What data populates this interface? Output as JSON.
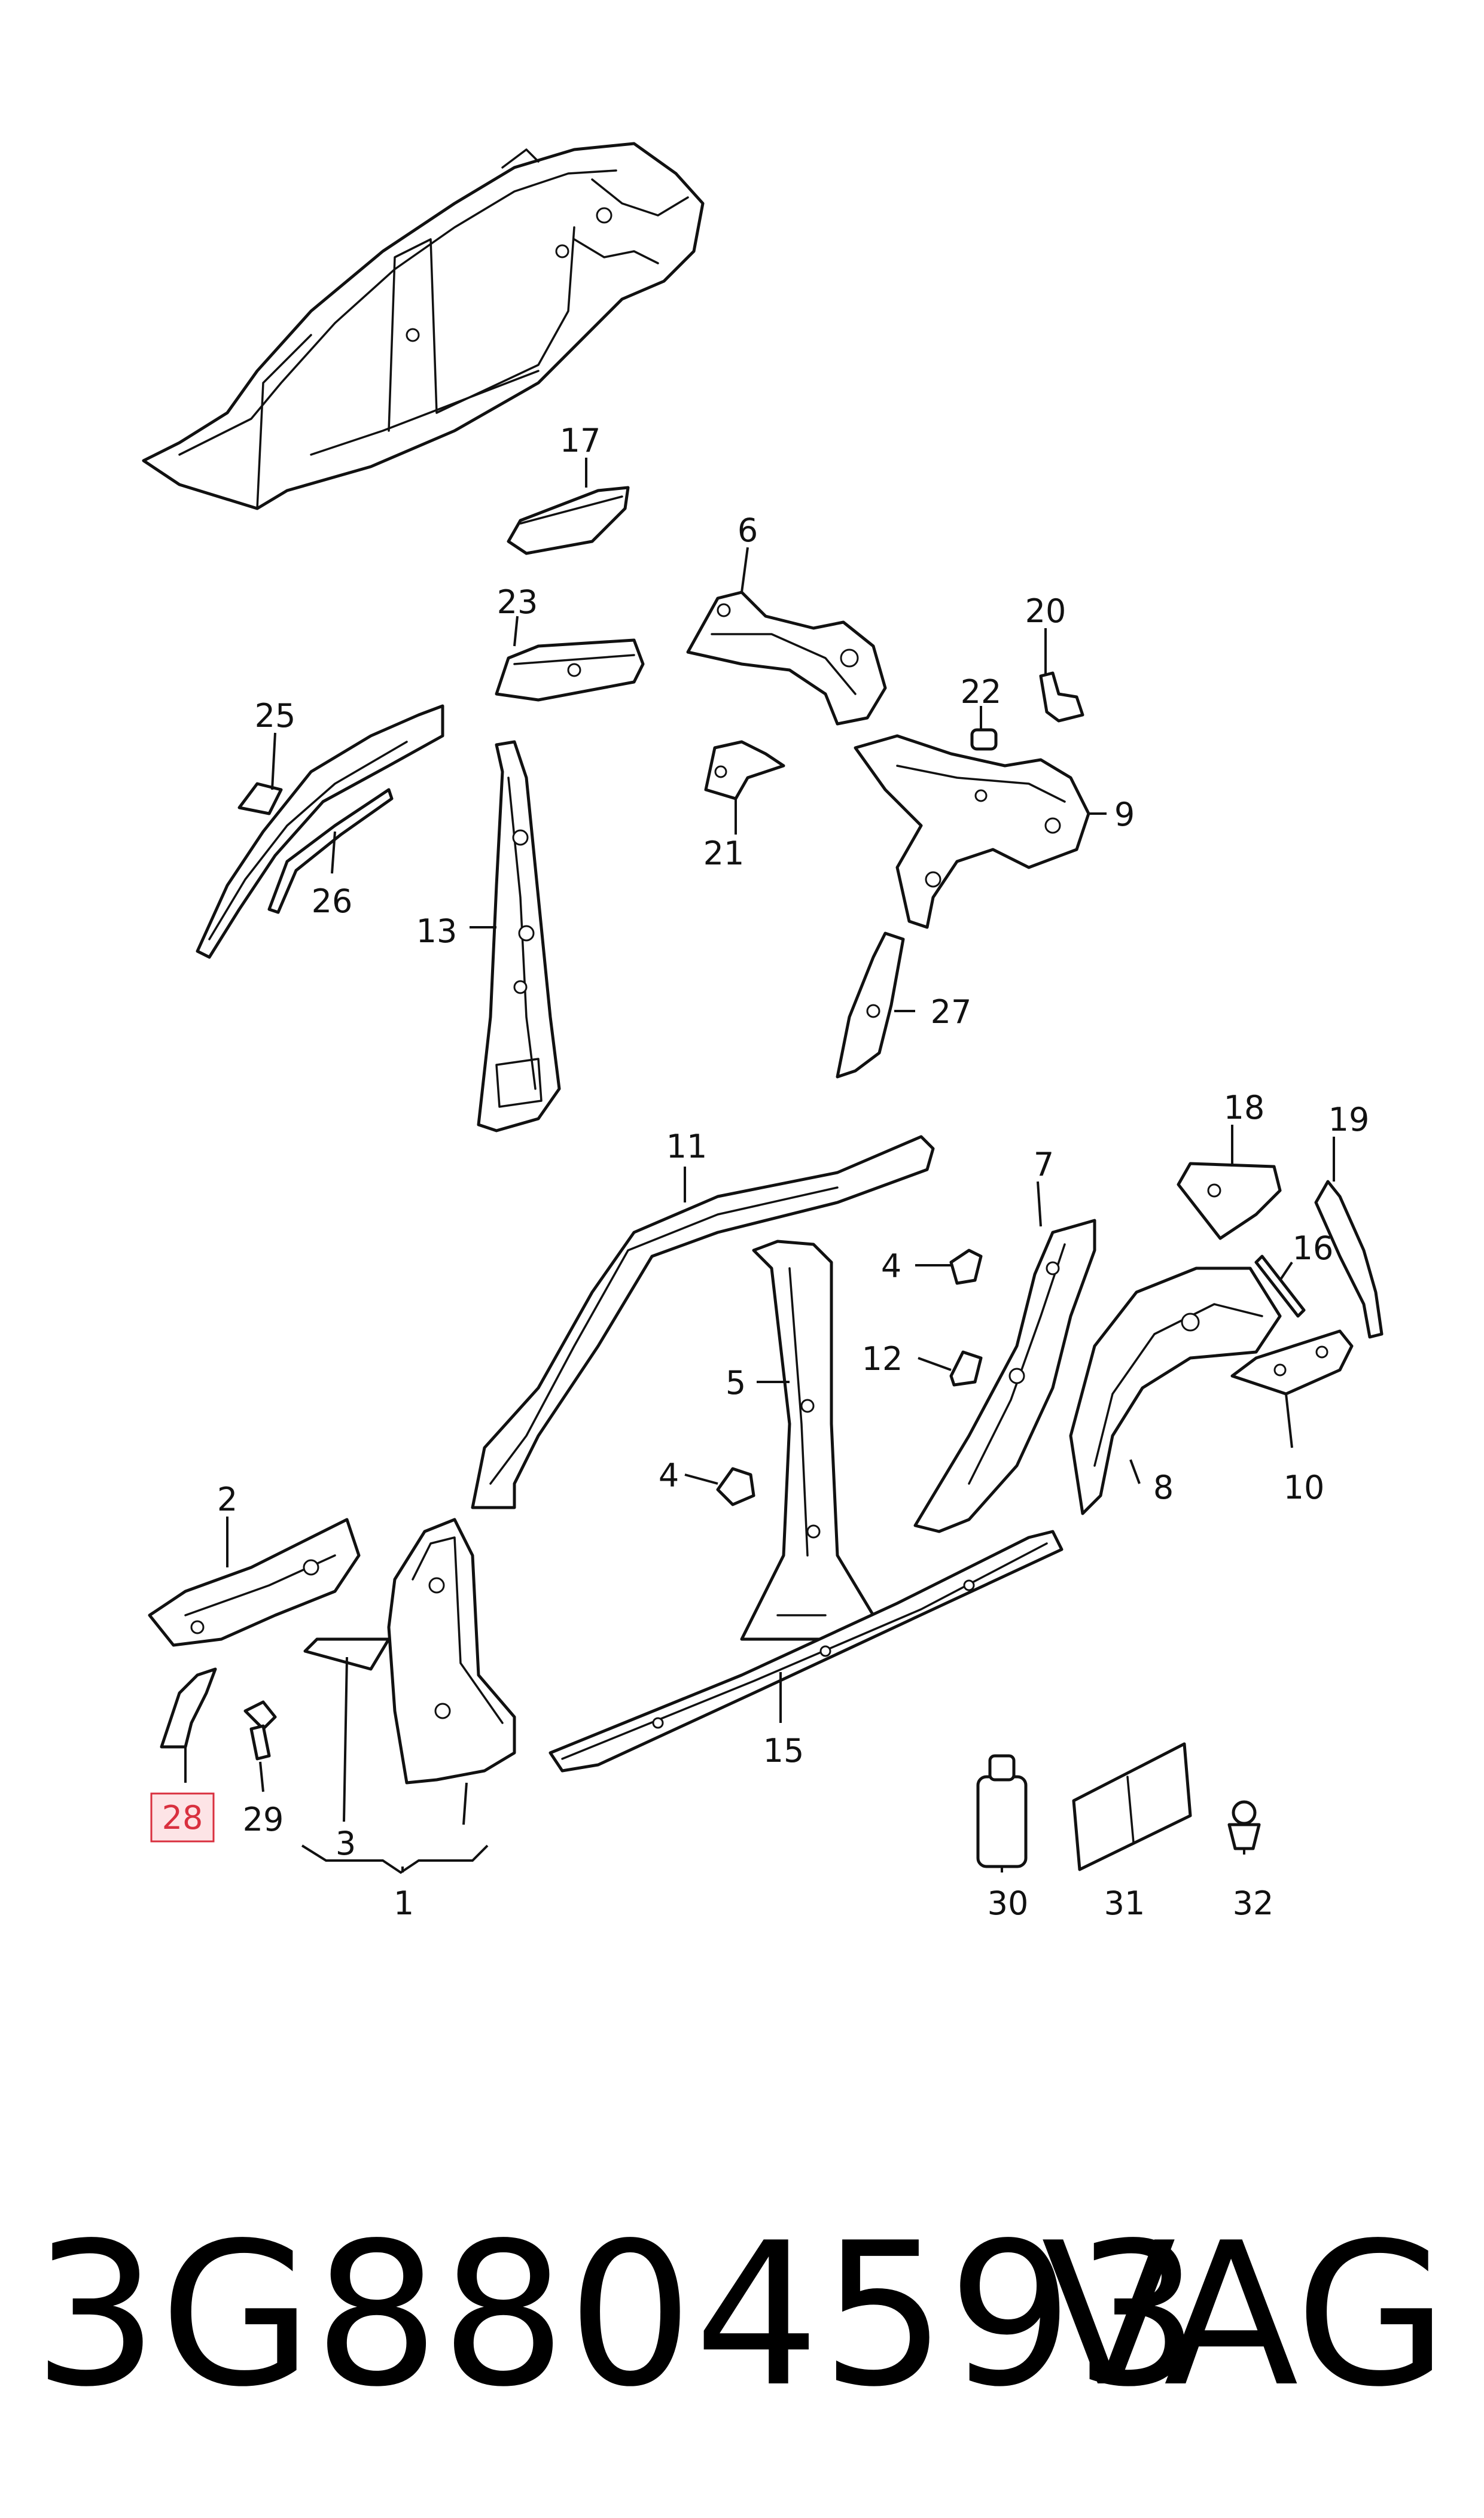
{
  "callouts": {
    "c1": "1",
    "c2": "2",
    "c3": "3",
    "c4a": "4",
    "c4b": "4",
    "c5": "5",
    "c6": "6",
    "c7": "7",
    "c8": "8",
    "c9": "9",
    "c10": "10",
    "c11": "11",
    "c12": "12",
    "c13": "13",
    "c15": "15",
    "c16": "16",
    "c17": "17",
    "c18": "18",
    "c19": "19",
    "c20": "20",
    "c21": "21",
    "c22": "22",
    "c23": "23",
    "c25": "25",
    "c26": "26",
    "c27": "27",
    "c28": "28",
    "c29": "29",
    "c30": "30",
    "c31": "31",
    "c32": "32"
  },
  "highlighted_callout": "28",
  "highlight_color": "#d9303f",
  "footer": {
    "part_number": "3G8804593",
    "brand": "VAG"
  }
}
